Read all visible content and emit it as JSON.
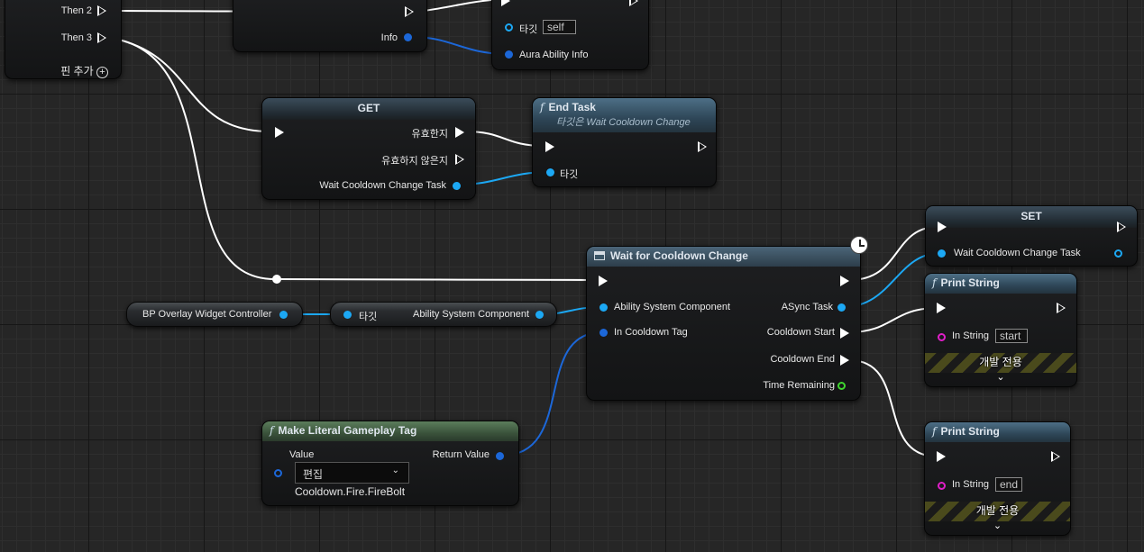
{
  "colors": {
    "exec": "#ffffff",
    "object": "#1ca8f4",
    "struct": "#1c67d8",
    "string": "#e01ec8",
    "float": "#3fd62f"
  },
  "seq_node": {
    "pin_then2": "Then 2",
    "pin_then3": "Then 3",
    "add_pin": "핀 추가"
  },
  "top_node": {
    "pin_info": "Info"
  },
  "top_right_node": {
    "target_label": "타깃",
    "target_value": "self",
    "aura_label": "Aura Ability Info"
  },
  "get_node": {
    "title": "GET",
    "valid": "유효한지",
    "not_valid": "유효하지 않은지",
    "var_pin": "Wait Cooldown Change Task"
  },
  "end_task": {
    "title": "End Task",
    "subtitle": "타깃은 Wait Cooldown Change",
    "target": "타깃"
  },
  "set_node": {
    "title": "SET",
    "var_pin": "Wait Cooldown Change Task"
  },
  "wait_node": {
    "title": "Wait for Cooldown Change",
    "icon": "latent-window-icon",
    "in_asc": "Ability System Component",
    "in_tag": "In Cooldown Tag",
    "out_async": "ASync Task",
    "out_start": "Cooldown Start",
    "out_end": "Cooldown End",
    "out_time": "Time Remaining"
  },
  "bp_var": {
    "label": "BP Overlay Widget Controller"
  },
  "asc_get": {
    "target": "타깃",
    "out": "Ability System Component"
  },
  "tag_node": {
    "title": "Make Literal Gameplay Tag",
    "value_label": "Value",
    "return_label": "Return Value",
    "dropdown": "편집",
    "tag_value": "Cooldown.Fire.FireBolt"
  },
  "print1": {
    "title": "Print String",
    "in_string": "In String",
    "value": "start",
    "dev_label": "개발 전용"
  },
  "print2": {
    "title": "Print String",
    "in_string": "In String",
    "value": "end",
    "dev_label": "개발 전용"
  }
}
